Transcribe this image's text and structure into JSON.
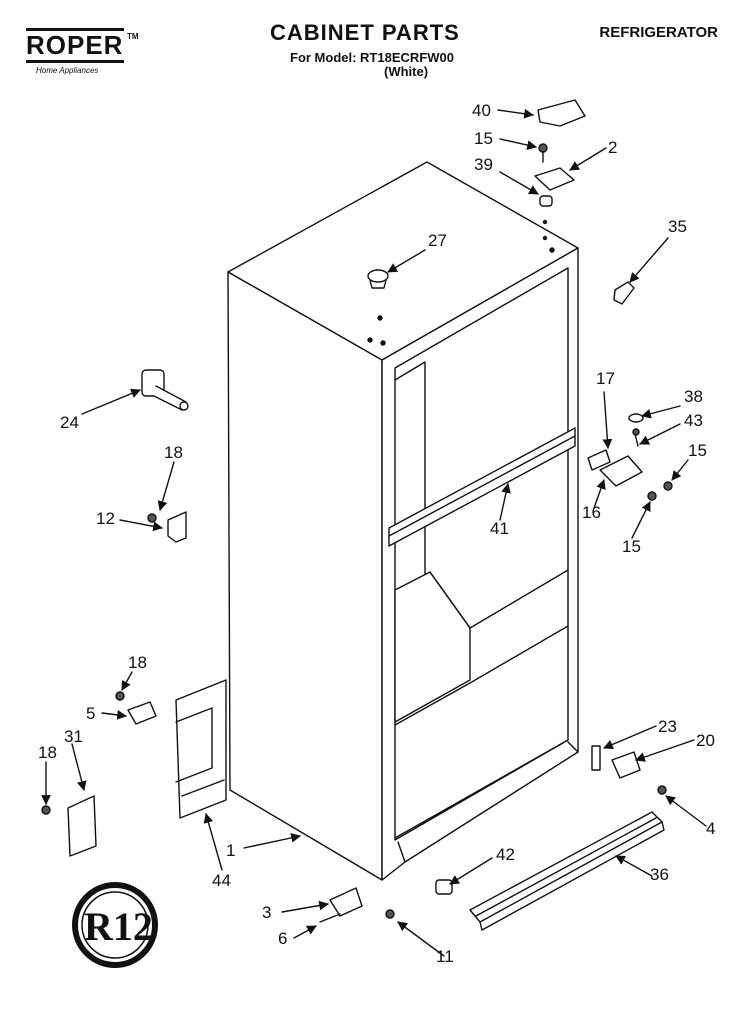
{
  "header": {
    "brand": "ROPER",
    "brand_tm": "TM",
    "brand_sub": "Home Appliances",
    "title": "CABINET PARTS",
    "model_line": "For Model: RT18ECRFW00",
    "color_line": "(White)",
    "category": "REFRIGERATOR"
  },
  "badge": {
    "text": "R12"
  },
  "callouts": {
    "c40": "40",
    "c15a": "15",
    "c2": "2",
    "c39": "39",
    "c35": "35",
    "c27": "27",
    "c24": "24",
    "c18a": "18",
    "c12": "12",
    "c17": "17",
    "c38": "38",
    "c43": "43",
    "c15b": "15",
    "c41": "41",
    "c16": "16",
    "c15c": "15",
    "c18b": "18",
    "c5": "5",
    "c31": "31",
    "c18c": "18",
    "c23": "23",
    "c20": "20",
    "c4": "4",
    "c1": "1",
    "c44": "44",
    "c42": "42",
    "c36": "36",
    "c3": "3",
    "c6": "6",
    "c11": "11"
  }
}
